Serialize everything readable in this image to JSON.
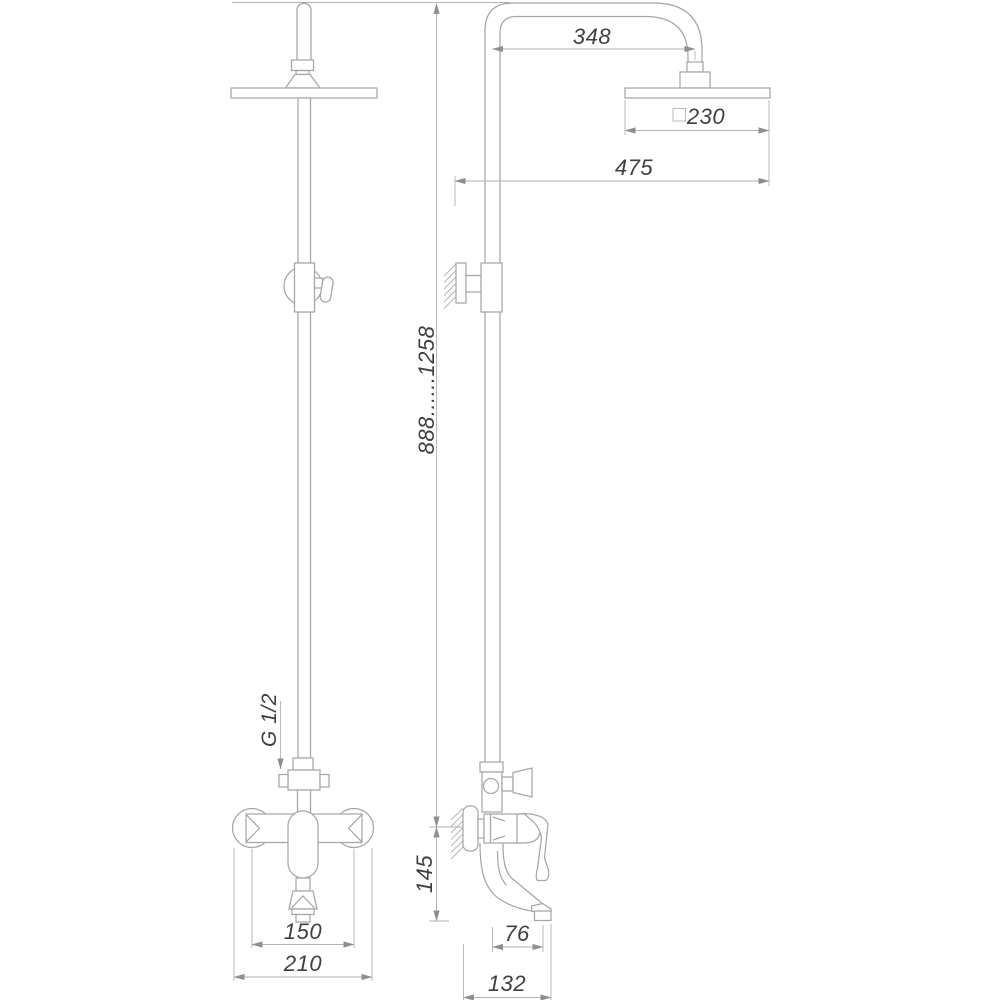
{
  "colors": {
    "background": "#ffffff",
    "line": "#a6a6a6",
    "dim_line": "#b2b2b2",
    "text": "#3f3f3f",
    "arrow": "#8f8f8f"
  },
  "labels": {
    "arm_projection": "348",
    "head_size": "230",
    "overall_projection": "475",
    "height_range": "888......1258",
    "thread": "G 1/2",
    "connection_spacing": "150",
    "body_width": "210",
    "spout_drop": "145",
    "spout_offset": "76",
    "spout_projection": "132"
  }
}
